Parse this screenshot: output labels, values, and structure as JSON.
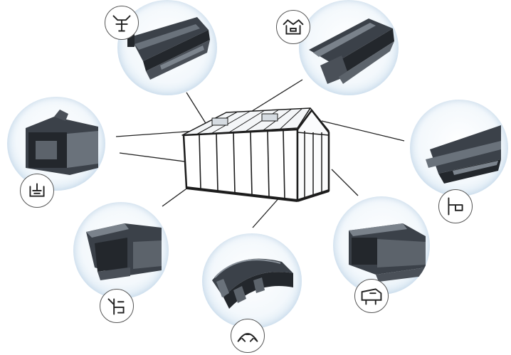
{
  "figure": {
    "subject": "greenhouse-aluminium-profile-diagram",
    "colors": {
      "profile": "#3b4149",
      "profile_light": "#6a727b",
      "profile_dark": "#23272c",
      "bubble_edge": "#b9d2e6",
      "leader": "#222222",
      "frame": "#1c1c1c"
    },
    "profiles": [
      {
        "id": "roof-glazing-bar",
        "icon": "glazing-bar-section-icon"
      },
      {
        "id": "ridge-bar",
        "icon": "ridge-section-icon"
      },
      {
        "id": "side-glazing-bar",
        "icon": "side-bar-section-icon"
      },
      {
        "id": "eaves-bar",
        "icon": "eaves-section-icon"
      },
      {
        "id": "corner-post",
        "icon": "corner-section-icon"
      },
      {
        "id": "arched-gutter",
        "icon": "gutter-section-icon"
      },
      {
        "id": "base-sill",
        "icon": "sill-section-icon"
      }
    ]
  }
}
